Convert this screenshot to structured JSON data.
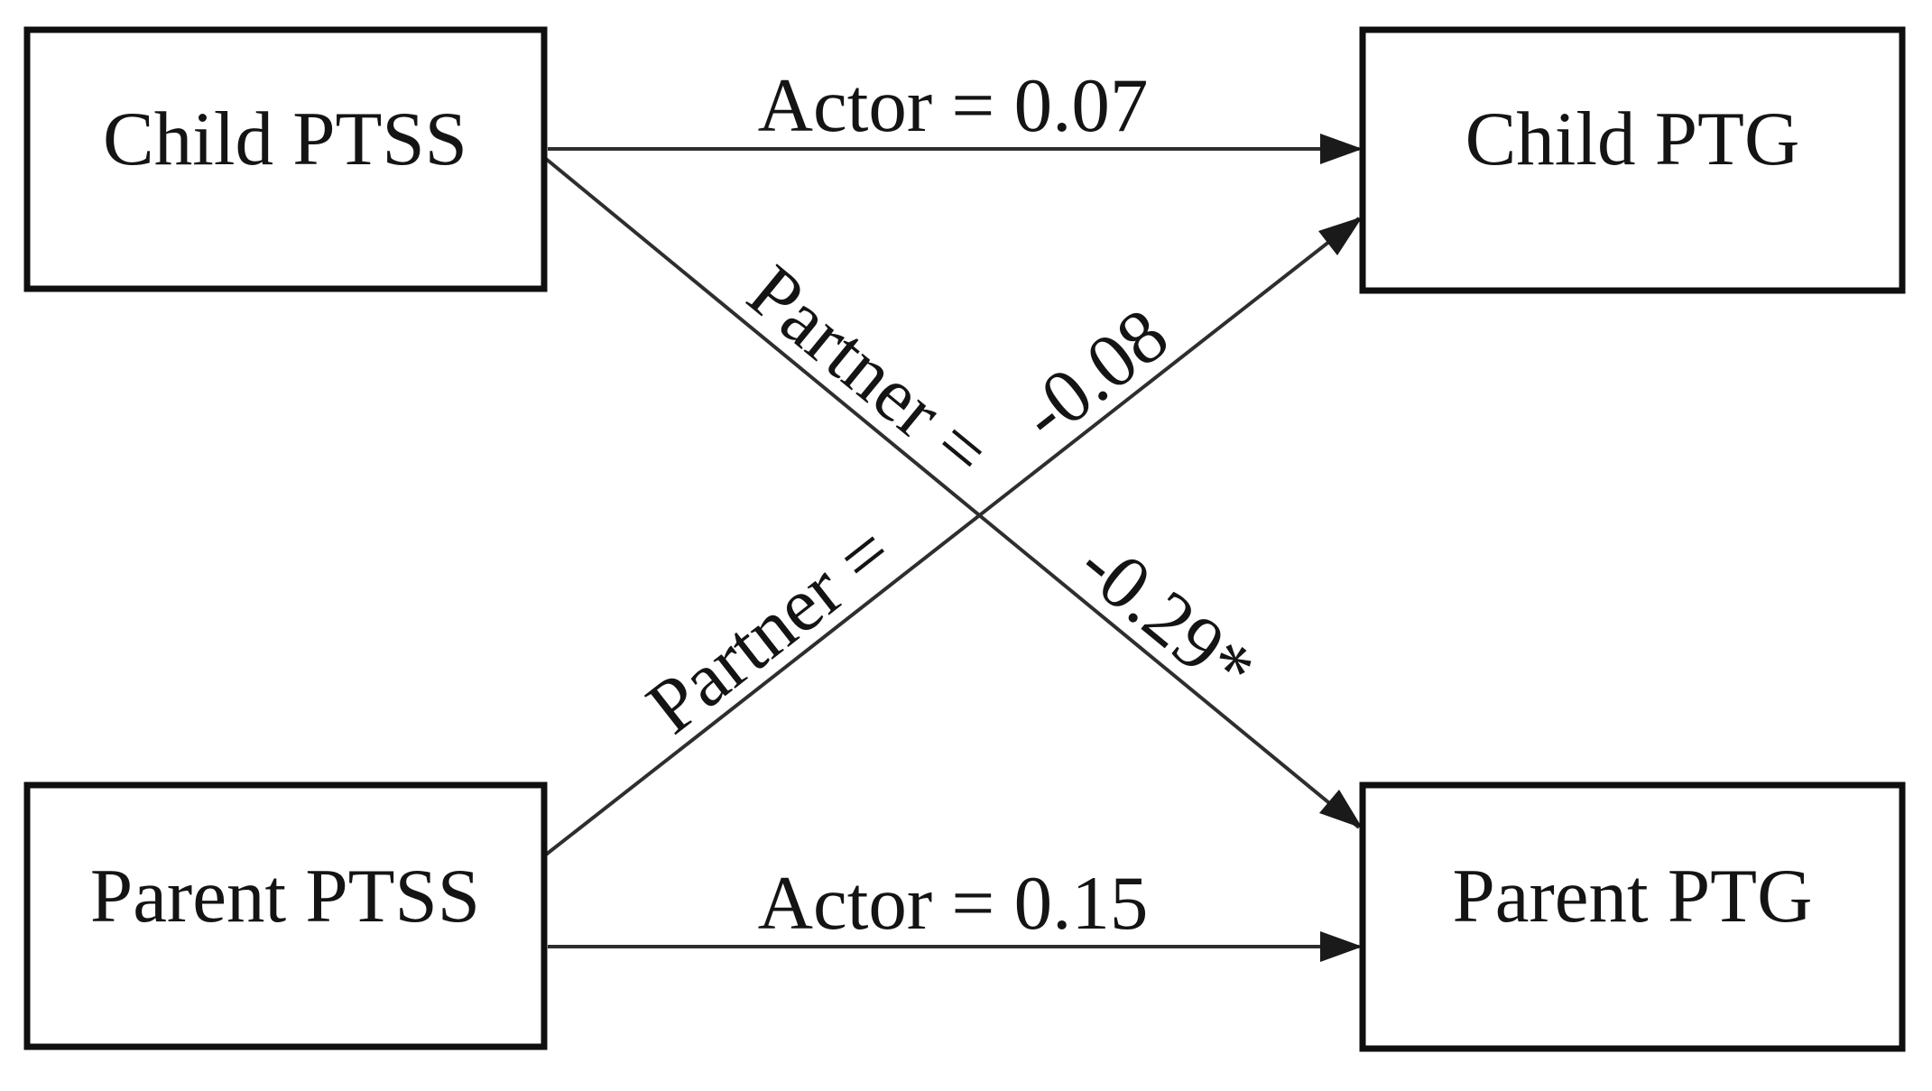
{
  "diagram": {
    "background_color": "#ffffff",
    "line_color": "#2e2e2e",
    "border_color": "#0f0f0f",
    "text_color": "#141414",
    "nodes": [
      {
        "id": "child-ptss",
        "label": "Child PTSS"
      },
      {
        "id": "child-ptg",
        "label": "Child PTG"
      },
      {
        "id": "parent-ptss",
        "label": "Parent PTSS"
      },
      {
        "id": "parent-ptg",
        "label": "Parent PTG"
      }
    ],
    "edges": [
      {
        "id": "child-actor",
        "from": "Child PTSS",
        "to": "Child PTG",
        "label": "Actor = 0.07"
      },
      {
        "id": "parent-actor",
        "from": "Parent PTSS",
        "to": "Parent PTG",
        "label": "Actor = 0.15"
      },
      {
        "id": "child-to-parent-partner",
        "from": "Child PTSS",
        "to": "Parent PTG",
        "label": "Partner = -0.29*",
        "label_prefix": "Partner =",
        "label_value": "-0.29*"
      },
      {
        "id": "parent-to-child-partner",
        "from": "Parent PTSS",
        "to": "Child PTG",
        "label": "Partner = -0.08",
        "label_prefix": "Partner =",
        "label_value": "-0.08"
      }
    ]
  }
}
